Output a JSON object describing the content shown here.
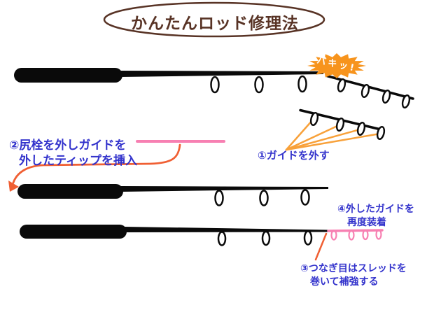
{
  "title": "かんたんロッド修理法",
  "burst": {
    "label": "バキッ!"
  },
  "steps": {
    "step1": {
      "label": "①ガイドを外す"
    },
    "step2": {
      "line1": "②尻栓を外しガイドを",
      "line2": "外したティップを挿入"
    },
    "step3": {
      "line1": "③つなぎ目はスレッドを",
      "line2": "巻いて補強する"
    },
    "step4": {
      "line1": "④外したガイドを",
      "line2": "再度装着"
    }
  },
  "colors": {
    "outline_brown": "#583325",
    "annotation_blue": "#3333cc",
    "burst_orange": "#f7941d",
    "pointer_orange": "#f8a13a",
    "arrow_orange": "#f05f33",
    "tip_pink": "#f780b2",
    "rod_black": "#0a0a0a"
  }
}
